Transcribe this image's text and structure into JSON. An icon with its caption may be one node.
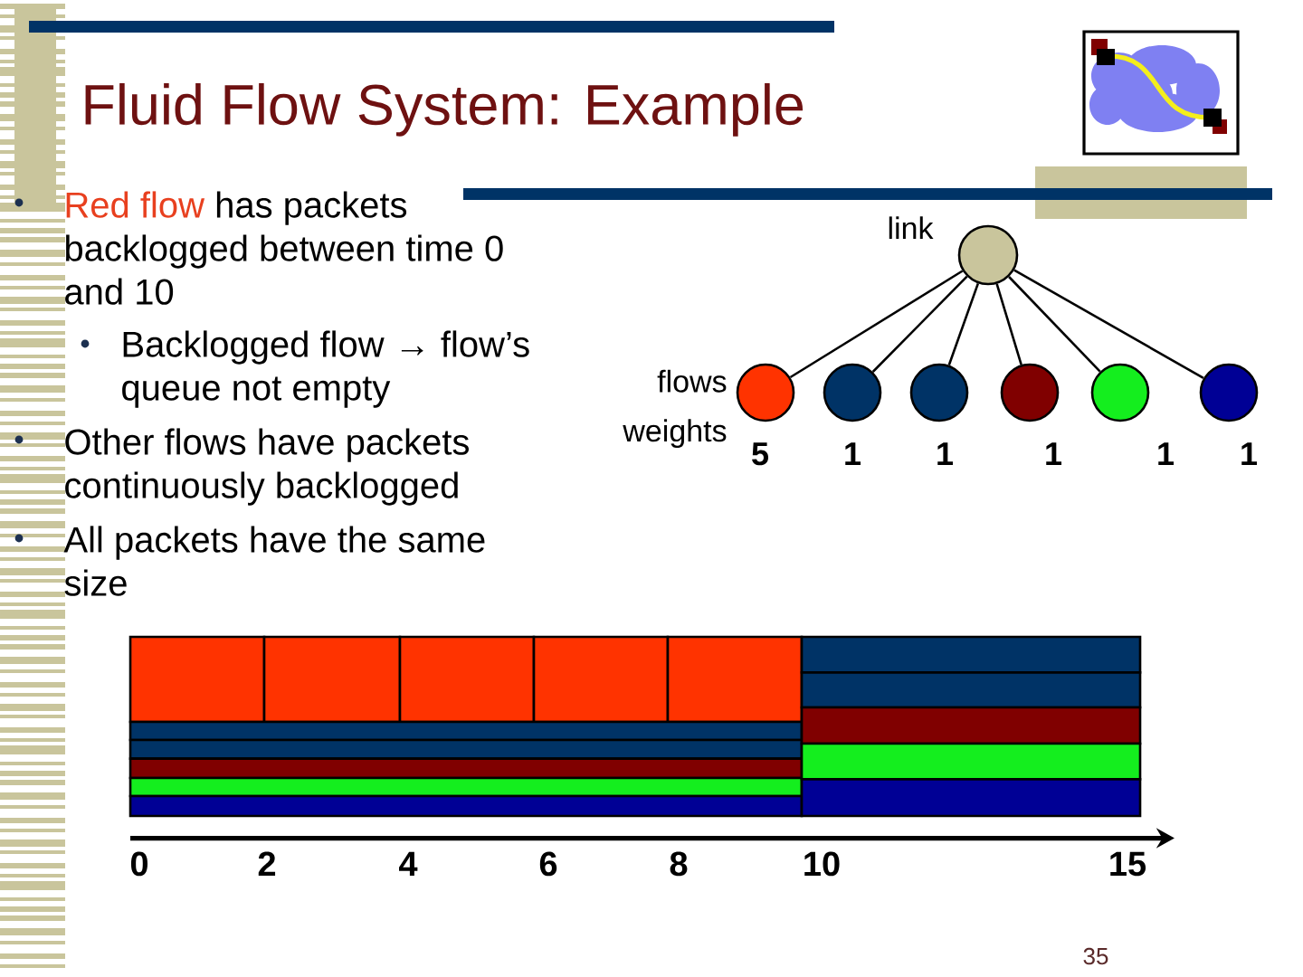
{
  "diagram": {
    "title": "Fluid Flow System: Example",
    "nodes": [
      {
        "text": [],
        "shape": "circle",
        "beside": [
          "link"
        ]
      },
      {
        "text": [],
        "shape": "circle",
        "beside": [
          "5"
        ]
      },
      {
        "text": [],
        "shape": "circle",
        "beside": [
          "1"
        ]
      },
      {
        "text": [],
        "shape": "circle",
        "beside": [
          "1"
        ]
      },
      {
        "text": [],
        "shape": "circle",
        "beside": [
          "1"
        ]
      },
      {
        "text": [],
        "shape": "circle",
        "beside": [
          "1"
        ]
      },
      {
        "text": [],
        "shape": "circle",
        "beside": [
          "1"
        ]
      },
      {
        "text": [],
        "shape": "box"
      },
      {
        "text": [],
        "shape": "box"
      },
      {
        "text": [],
        "shape": "box"
      },
      {
        "text": [],
        "shape": "box"
      },
      {
        "text": [],
        "shape": "box"
      },
      {
        "text": [],
        "shape": "bar"
      },
      {
        "text": [],
        "shape": "bar"
      },
      {
        "text": [],
        "shape": "bar"
      },
      {
        "text": [],
        "shape": "bar"
      },
      {
        "text": [],
        "shape": "bar"
      },
      {
        "text": [],
        "shape": "bar"
      },
      {
        "text": [],
        "shape": "bar"
      },
      {
        "text": [],
        "shape": "bar"
      },
      {
        "text": [],
        "shape": "bar"
      },
      {
        "text": [],
        "shape": "bar"
      }
    ],
    "edges": [
      {
        "from": 0,
        "to": 1,
        "arrow": "none"
      },
      {
        "from": 0,
        "to": 2,
        "arrow": "none"
      },
      {
        "from": 0,
        "to": 3,
        "arrow": "none"
      },
      {
        "from": 0,
        "to": 4,
        "arrow": "none"
      },
      {
        "from": 0,
        "to": 5,
        "arrow": "none"
      },
      {
        "from": 0,
        "to": 6,
        "arrow": "none"
      }
    ],
    "labels": [
      "Red flow",
      "has packets backlogged between time 0 and 10",
      "Backlogged flow → flow’s queue not empty",
      "Other flows have packets continuously backlogged",
      "All packets have the same size",
      "flows",
      "weights",
      "0",
      "2",
      "4",
      "6",
      "8",
      "10",
      "15",
      "35"
    ]
  }
}
